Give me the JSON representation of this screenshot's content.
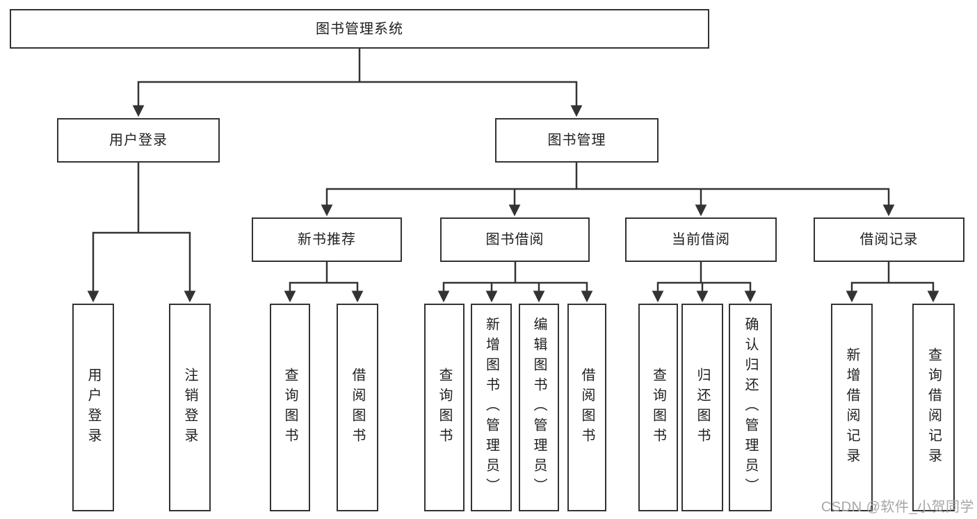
{
  "diagram": {
    "background": "#ffffff",
    "line_color": "#333333",
    "text_color": "#1f1f1f",
    "tree": {
      "root": {
        "label": "图书管理系统",
        "children": [
          {
            "label": "用户登录",
            "children": [
              {
                "label": "用户登录"
              },
              {
                "label": "注销登录"
              }
            ]
          },
          {
            "label": "图书管理",
            "children": [
              {
                "label": "新书推荐",
                "children": [
                  {
                    "label": "查询图书"
                  },
                  {
                    "label": "借阅图书"
                  }
                ]
              },
              {
                "label": "图书借阅",
                "children": [
                  {
                    "label": "查询图书"
                  },
                  {
                    "label": "新增图书（管理员）"
                  },
                  {
                    "label": "编辑图书（管理员）"
                  },
                  {
                    "label": "借阅图书"
                  }
                ]
              },
              {
                "label": "当前借阅",
                "children": [
                  {
                    "label": "查询图书"
                  },
                  {
                    "label": "归还图书"
                  },
                  {
                    "label": "确认归还（管理员）"
                  }
                ]
              },
              {
                "label": "借阅记录",
                "children": [
                  {
                    "label": "新增借阅记录"
                  },
                  {
                    "label": "查询借阅记录"
                  }
                ]
              }
            ]
          }
        ]
      }
    }
  },
  "watermark": {
    "text": "CSDN @软件_小贺同学",
    "color": "#a6a6a6"
  }
}
